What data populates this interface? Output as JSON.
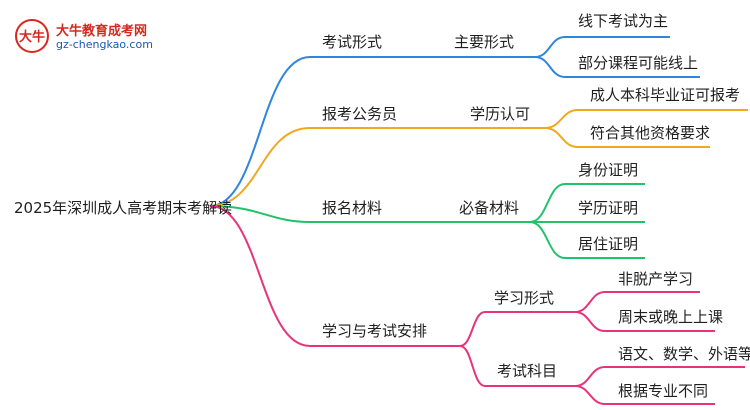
{
  "logo": {
    "name": "大牛教育成考网",
    "url": "gz-chengkao.com",
    "badge_text": "大牛"
  },
  "mindmap": {
    "root": "2025年深圳成人高考期末考解读",
    "branches": [
      {
        "label": "考试形式",
        "color": "#2e86de",
        "children": [
          {
            "label": "主要形式",
            "children": [
              "线下考试为主",
              "部分课程可能线上"
            ]
          }
        ]
      },
      {
        "label": "报考公务员",
        "color": "#f0a81c",
        "children": [
          {
            "label": "学历认可",
            "children": [
              "成人本科毕业证可报考",
              "符合其他资格要求"
            ]
          }
        ]
      },
      {
        "label": "报名材料",
        "color": "#22c26a",
        "children": [
          {
            "label": "必备材料",
            "children": [
              "身份证明",
              "学历证明",
              "居住证明"
            ]
          }
        ]
      },
      {
        "label": "学习与考试安排",
        "color": "#e8337a",
        "children": [
          {
            "label": "学习形式",
            "children": [
              "非脱产学习",
              "周末或晚上上课"
            ]
          },
          {
            "label": "考试科目",
            "children": [
              "语文、数学、外语等",
              "根据专业不同"
            ]
          }
        ]
      }
    ]
  }
}
